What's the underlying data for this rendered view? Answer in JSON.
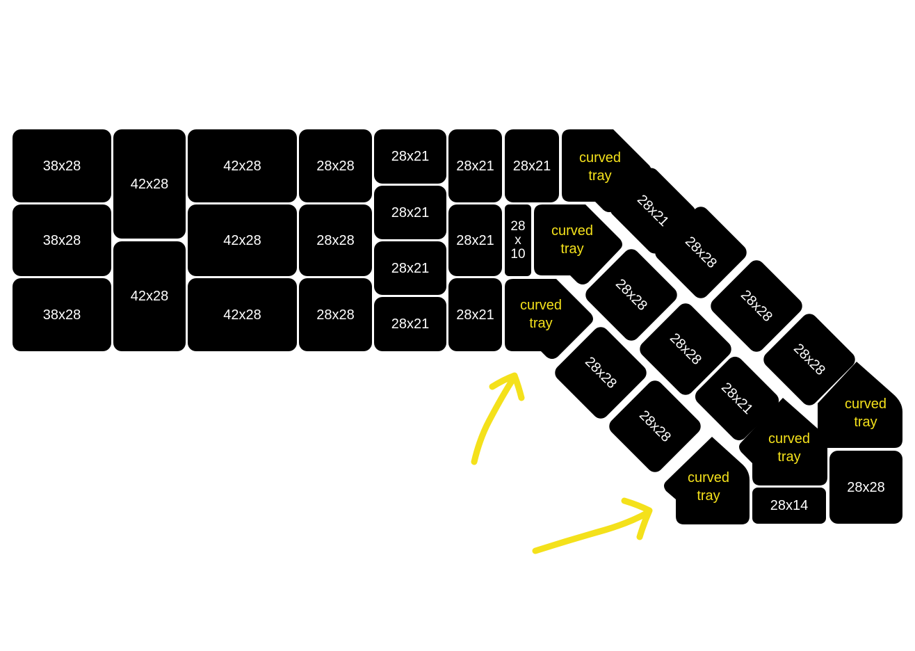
{
  "colors": {
    "tray": "#000000",
    "label": "#ffffff",
    "curved_label": "#f4e11b",
    "arrow": "#f4e11b"
  },
  "labels": {
    "t38": "38x28",
    "t42": "42x28",
    "t28": "28x28",
    "t21": "28x21",
    "t10": "28\nx\n10",
    "t14": "28x14",
    "curved": "curved\ntray"
  }
}
